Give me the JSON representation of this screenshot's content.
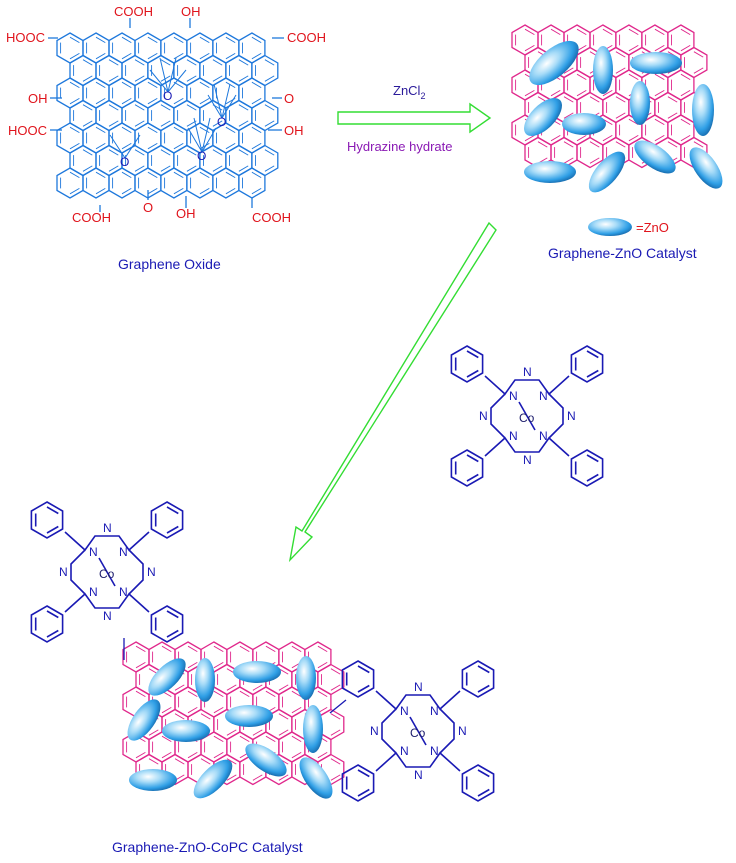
{
  "labels": {
    "graphene_oxide": "Graphene Oxide",
    "graphene_zno": "Graphene-ZnO Catalyst",
    "graphene_zno_copc": "Graphene-ZnO-CoPC Catalyst",
    "zno_legend": "=ZnO"
  },
  "reagents": {
    "reagent_1_base": "ZnCl",
    "reagent_1_sub": "2",
    "reagent_2": "Hydrazine hydrate"
  },
  "functional_groups": {
    "cooh": "COOH",
    "hooc": "HOOC",
    "oh": "OH",
    "keto_o": "O",
    "epoxy_o": "O"
  },
  "phthalocyanine": {
    "nitrogen": "N",
    "metal": "Co"
  },
  "colors": {
    "graphene_oxide": "#1e78dc",
    "graphene_sheet": "#e0288c",
    "functional_group": "#e0141c",
    "phthalocyanine": "#1a1ab4",
    "arrow": "#33dd33",
    "zno_particle": "#2f9fe6"
  }
}
